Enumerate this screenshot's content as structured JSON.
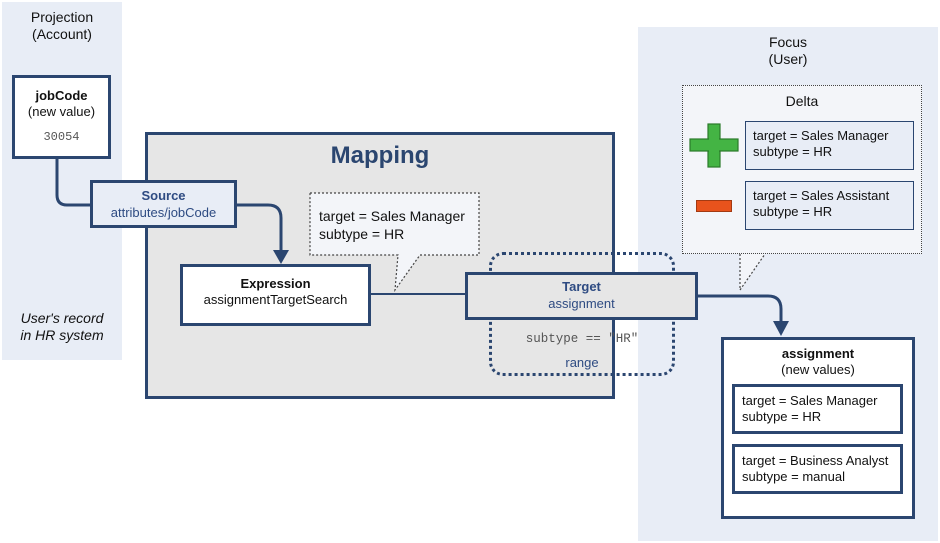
{
  "projection": {
    "title": "Projection",
    "subtitle": "(Account)",
    "note_line1": "User's record",
    "note_line2": "in HR system",
    "jobcode": {
      "label": "jobCode",
      "sublabel": "(new value)",
      "value": "30054"
    }
  },
  "focus": {
    "title": "Focus",
    "subtitle": "(User)"
  },
  "mapping": {
    "title": "Mapping",
    "source": {
      "label": "Source",
      "path": "attributes/jobCode"
    },
    "expression": {
      "label": "Expression",
      "name": "assignmentTargetSearch"
    },
    "callout": {
      "line1": "target = Sales Manager",
      "line2": "subtype = HR"
    },
    "target": {
      "label": "Target",
      "name": "assignment",
      "condition": "subtype == \"HR\"",
      "range_label": "range"
    }
  },
  "delta": {
    "title": "Delta",
    "plus_item": {
      "line1": "target = Sales Manager",
      "line2": "subtype = HR"
    },
    "minus_item": {
      "line1": "target = Sales Assistant",
      "line2": "subtype = HR"
    }
  },
  "assignment": {
    "title": "assignment",
    "subtitle": "(new values)",
    "items": [
      {
        "line1": "target = Sales Manager",
        "line2": "subtype = HR"
      },
      {
        "line1": "target = Business Analyst",
        "line2": "subtype = manual"
      }
    ]
  },
  "colors": {
    "navy": "#2b4670",
    "panel": "#e8edf6",
    "mapping_bg": "#e6e6e6",
    "plus_green": "#44b444",
    "minus_orange": "#e8531c"
  }
}
